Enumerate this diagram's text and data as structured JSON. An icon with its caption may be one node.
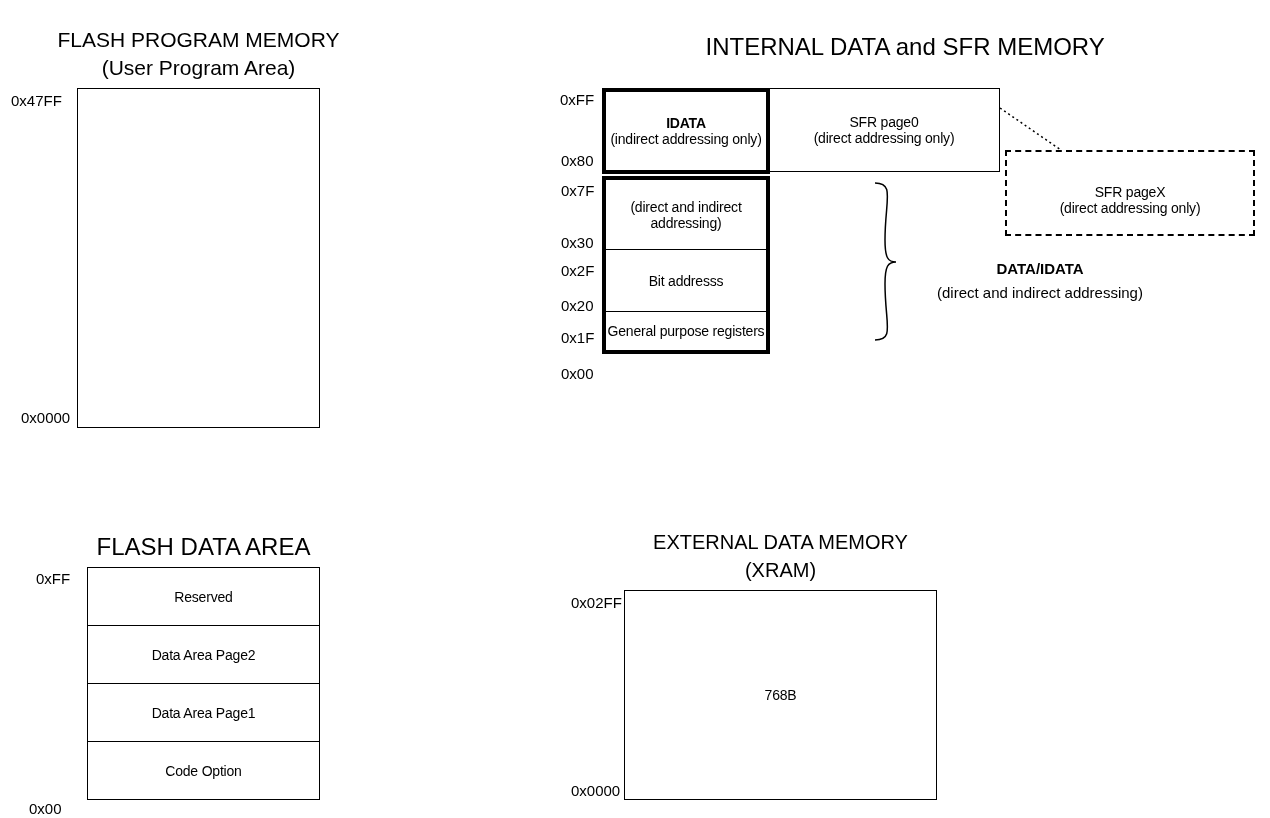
{
  "diagram": {
    "nodes": [
      {
        "text": [
          "FLASH PROGRAM MEMORY (User Program Area)"
        ]
      },
      {
        "text": [
          "IDATA",
          "(indirect addressing only)"
        ]
      },
      {
        "text": [],
        "shape": "box"
      },
      {
        "text": [
          "(direct and indirect addressing)"
        ],
        "in": 2
      },
      {
        "text": [
          "Bit addresss"
        ],
        "in": 2
      },
      {
        "text": [
          "General purpose registers"
        ],
        "in": 2
      },
      {
        "text": [
          "SFR page0",
          "(direct addressing only)"
        ]
      },
      {
        "text": [
          "SFR pageX",
          "(direct addressing only)"
        ]
      },
      {
        "text": [
          "FLASH DATA AREA"
        ]
      },
      {
        "text": [
          "Reserved"
        ],
        "in": 8
      },
      {
        "text": [
          "Data Area Page2"
        ],
        "in": 8
      },
      {
        "text": [
          "Data Area Page1"
        ],
        "in": 8
      },
      {
        "text": [
          "Code Option"
        ],
        "in": 8
      },
      {
        "text": [
          "EXTERNAL DATA MEMORY (XRAM)",
          "768B"
        ]
      }
    ],
    "edges": [
      {
        "from": 6,
        "to": 7,
        "arrow": "none",
        "style": "dashed"
      }
    ],
    "labels": [
      "INTERNAL DATA and SFR MEMORY",
      "0x47FF",
      "0xFF",
      "0x80",
      "0x7F",
      "0x30",
      "0x2F",
      "0x20",
      "DATA/IDATA",
      "(direct and indirect addressing)",
      "0x1F",
      "0x00",
      "0x0000",
      "0xFF",
      "0x02FF",
      "0x00",
      "0x0000"
    ]
  }
}
